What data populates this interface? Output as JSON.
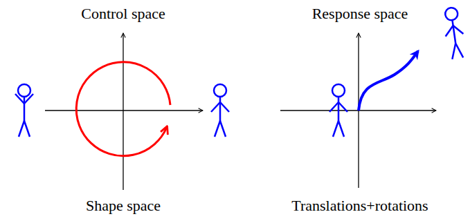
{
  "diagram": {
    "labels": [
      "Control space",
      "Shape space",
      "Response space",
      "Translations+rotations"
    ]
  }
}
